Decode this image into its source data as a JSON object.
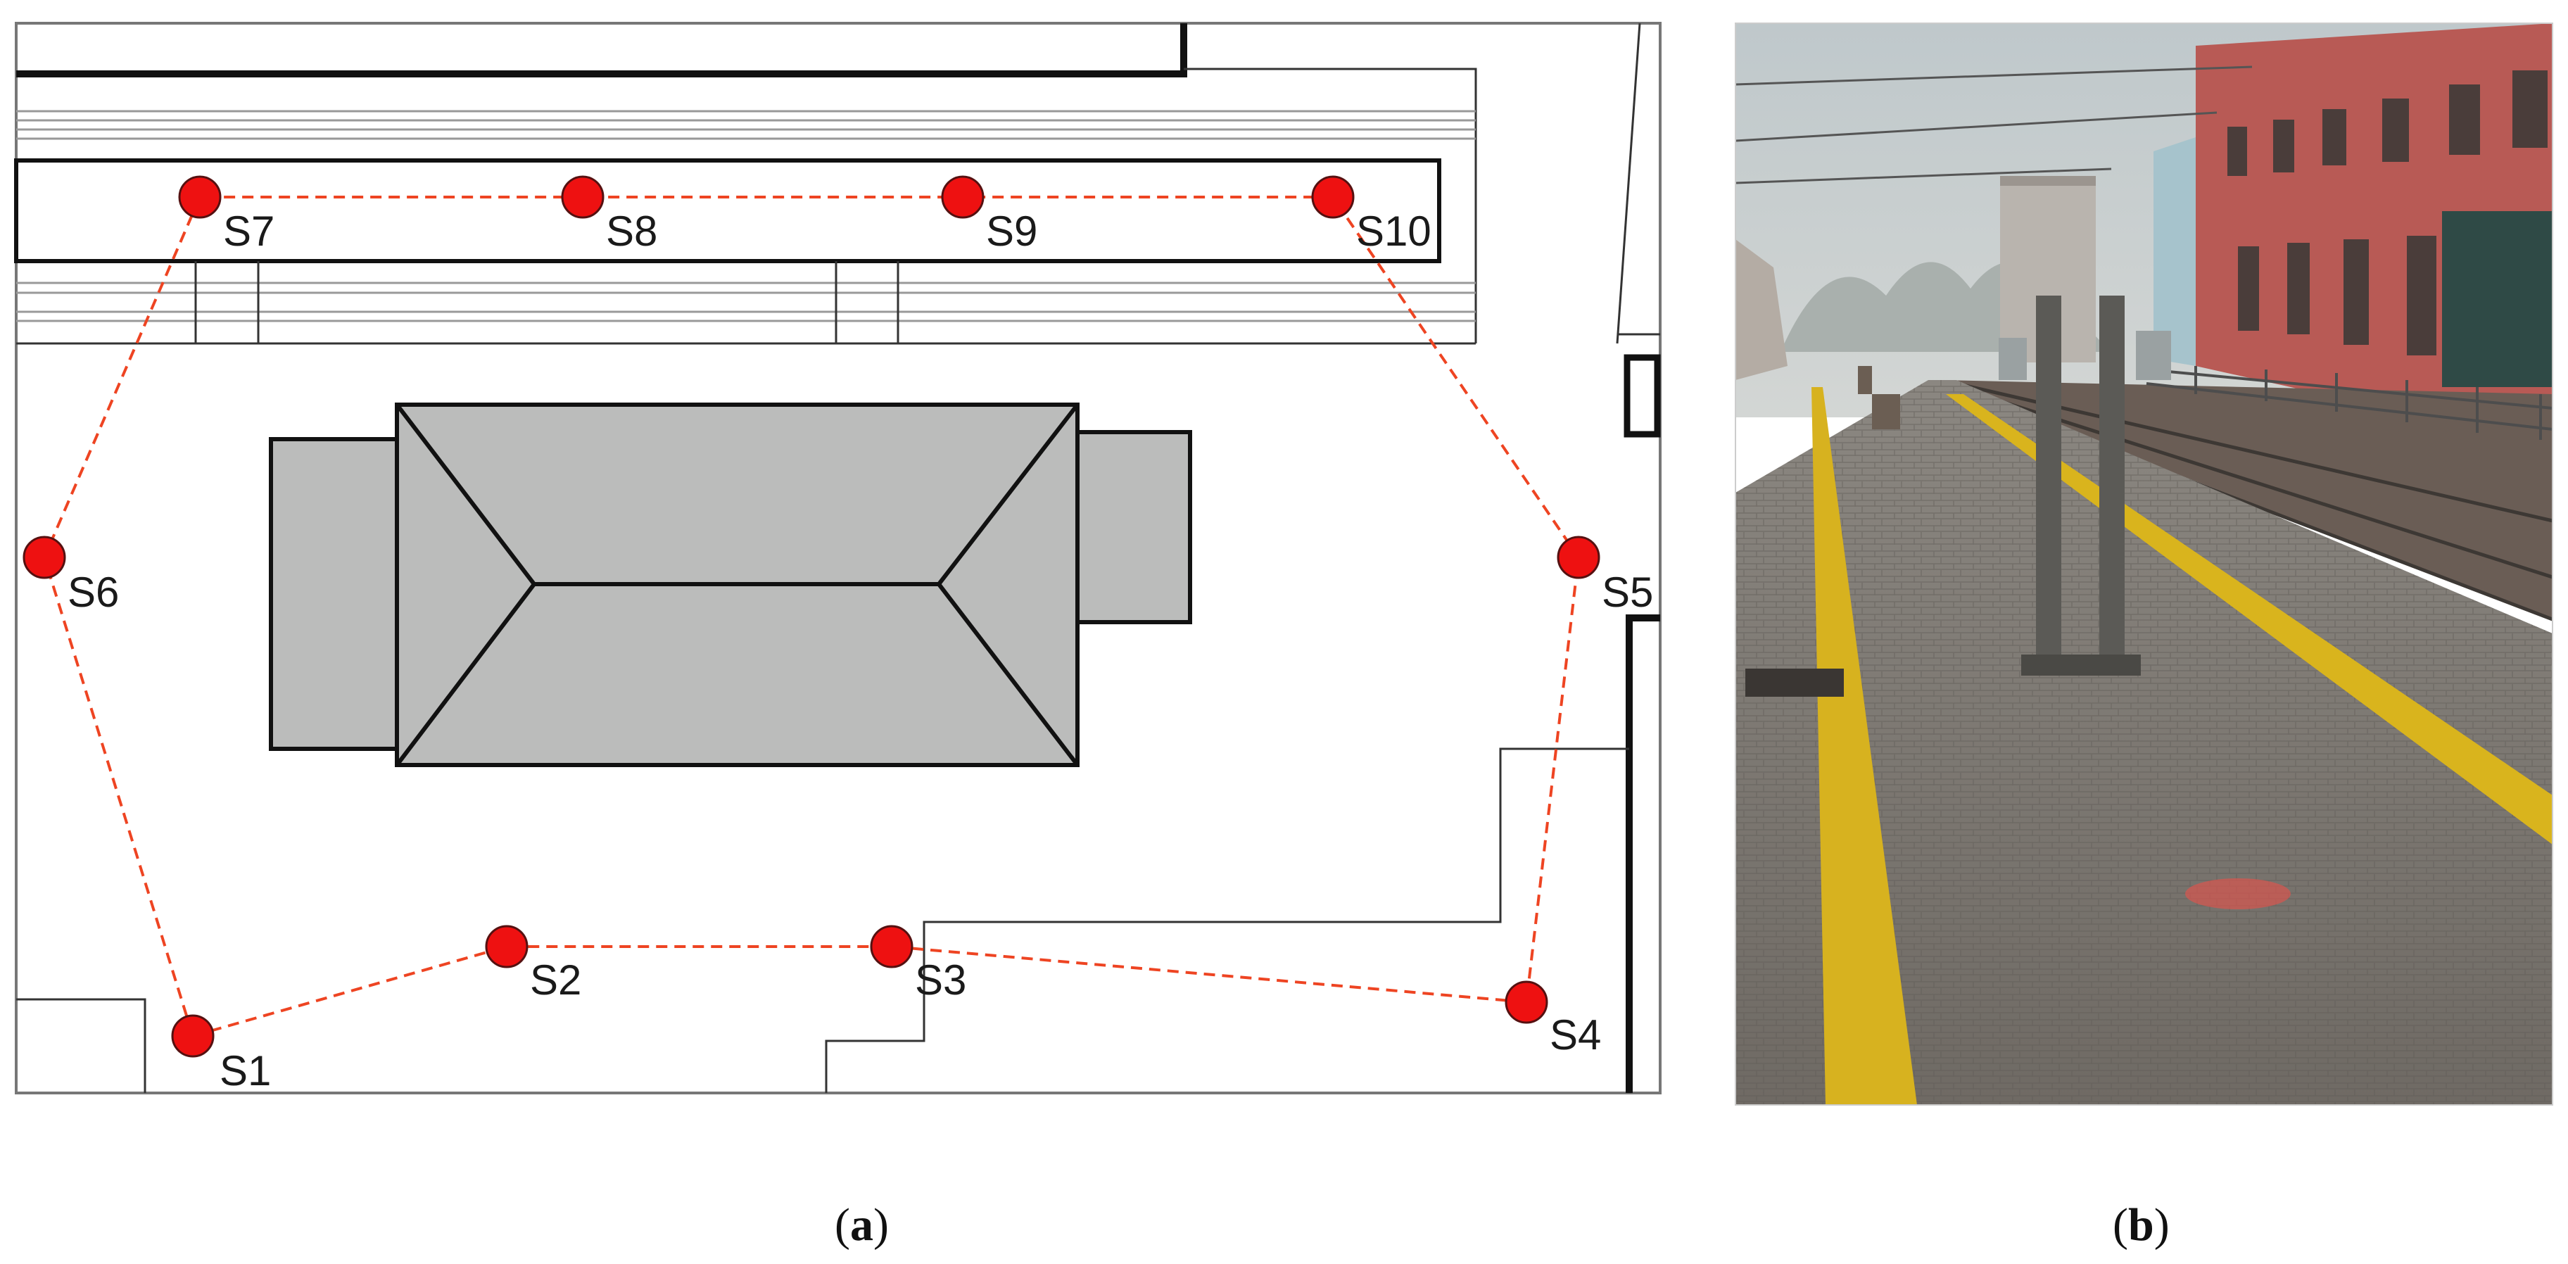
{
  "figure": {
    "panel_a": {
      "label_open": "(",
      "label_letter": "a",
      "label_close": ")",
      "sensors": [
        {
          "id": "s1",
          "label": "S1"
        },
        {
          "id": "s2",
          "label": "S2"
        },
        {
          "id": "s3",
          "label": "S3"
        },
        {
          "id": "s4",
          "label": "S4"
        },
        {
          "id": "s5",
          "label": "S5"
        },
        {
          "id": "s6",
          "label": "S6"
        },
        {
          "id": "s7",
          "label": "S7"
        },
        {
          "id": "s8",
          "label": "S8"
        },
        {
          "id": "s9",
          "label": "S9"
        },
        {
          "id": "s10",
          "label": "S10"
        }
      ],
      "colors": {
        "sensor_fill": "#ee1111",
        "route_line": "#ee4422",
        "building_fill": "#bbbcbb",
        "plan_line": "#1a1a1a"
      }
    },
    "panel_b": {
      "label_open": "(",
      "label_letter": "b",
      "label_close": ")",
      "colors": {
        "sky": "#c9d1d3",
        "pavement": "#7c7770",
        "tactile_strip": "#d7b21f",
        "station_wall": "#b85a55"
      }
    }
  }
}
